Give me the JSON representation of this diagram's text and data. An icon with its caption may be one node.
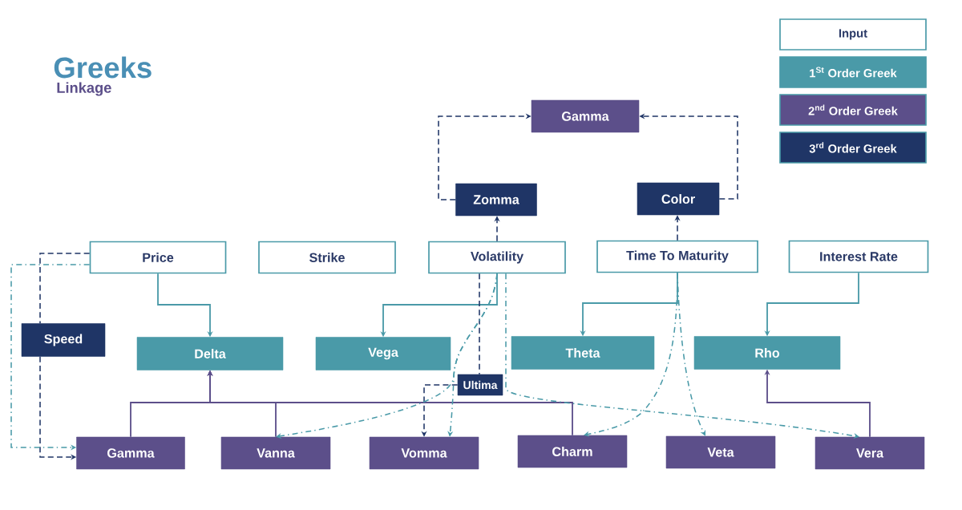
{
  "diagram": {
    "title": "Greeks",
    "nodes": [
      {
        "text": [
          "Gamma"
        ]
      },
      {
        "text": [
          "Zomma"
        ]
      },
      {
        "text": [
          "Color"
        ]
      },
      {
        "text": [
          "Price"
        ]
      },
      {
        "text": [
          "Strike"
        ]
      },
      {
        "text": [
          "Volatility"
        ]
      },
      {
        "text": [
          "Time To Maturity"
        ]
      },
      {
        "text": [
          "Interest Rate"
        ]
      },
      {
        "text": [
          "Speed"
        ]
      },
      {
        "text": [
          "Delta"
        ]
      },
      {
        "text": [
          "Vega"
        ]
      },
      {
        "text": [
          "Theta"
        ]
      },
      {
        "text": [
          "Rho"
        ]
      },
      {
        "text": [
          "Ultima"
        ]
      },
      {
        "text": [
          "Gamma"
        ]
      },
      {
        "text": [
          "Vanna"
        ]
      },
      {
        "text": [
          "Vomma"
        ]
      },
      {
        "text": [
          "Charm"
        ]
      },
      {
        "text": [
          "Veta"
        ]
      },
      {
        "text": [
          "Vera"
        ]
      }
    ],
    "edges": [
      {
        "from": 1,
        "to": 0,
        "arrow": "to",
        "style": "dashed",
        "color": "#1f3566"
      },
      {
        "from": 2,
        "to": 0,
        "arrow": "to",
        "style": "dashed",
        "color": "#1f3566"
      },
      {
        "from": 5,
        "to": 1,
        "arrow": "to",
        "style": "dashed",
        "color": "#1f3566"
      },
      {
        "from": 6,
        "to": 2,
        "arrow": "to",
        "style": "dashed",
        "color": "#1f3566"
      },
      {
        "from": 3,
        "to": 8,
        "arrow": "none",
        "style": "dashed",
        "color": "#1f3566"
      },
      {
        "from": 8,
        "to": 14,
        "arrow": "to",
        "style": "dashed",
        "color": "#1f3566"
      },
      {
        "from": 3,
        "to": 14,
        "arrow": "to",
        "style": "dashed",
        "color": "#4a9aa8"
      },
      {
        "from": 3,
        "to": 9,
        "arrow": "to",
        "color": "#4a9aa8"
      },
      {
        "from": 5,
        "to": 10,
        "arrow": "to",
        "color": "#4a9aa8"
      },
      {
        "from": 6,
        "to": 11,
        "arrow": "to",
        "color": "#4a9aa8"
      },
      {
        "from": 7,
        "to": 12,
        "arrow": "to",
        "color": "#4a9aa8"
      },
      {
        "from": 14,
        "to": 9,
        "arrow": "to",
        "color": "#5c4f8a"
      },
      {
        "from": 15,
        "to": 9,
        "arrow": "to",
        "color": "#5c4f8a"
      },
      {
        "from": 17,
        "to": 9,
        "arrow": "to",
        "color": "#5c4f8a"
      },
      {
        "from": 19,
        "to": 12,
        "arrow": "to",
        "color": "#5c4f8a"
      },
      {
        "from": 5,
        "to": 13,
        "arrow": "none",
        "style": "dashed",
        "color": "#1f3566"
      },
      {
        "from": 13,
        "to": 16,
        "arrow": "to",
        "style": "dashed",
        "color": "#1f3566"
      },
      {
        "from": 5,
        "to": 15,
        "arrow": "to",
        "style": "dashed",
        "color": "#4a9aa8"
      },
      {
        "from": 5,
        "to": 16,
        "arrow": "to",
        "style": "dashed",
        "color": "#4a9aa8"
      },
      {
        "from": 5,
        "to": 19,
        "arrow": "to",
        "style": "dashed",
        "color": "#4a9aa8"
      },
      {
        "from": 6,
        "to": 17,
        "arrow": "to",
        "style": "dashed",
        "color": "#4a9aa8"
      },
      {
        "from": 6,
        "to": 18,
        "arrow": "to",
        "style": "dashed",
        "color": "#4a9aa8"
      }
    ],
    "labels": [
      "Linkage"
    ],
    "legend": [
      {
        "text": "Input"
      },
      {
        "text": "1$^{St}$ Order Greek",
        "color": "#4a9aa8"
      },
      {
        "text": "2$^{nd}$ Order Greek",
        "color": "#5c4f8a"
      },
      {
        "text": "3$^{rd}$ Order Greek",
        "color": "#1f3566"
      }
    ]
  }
}
